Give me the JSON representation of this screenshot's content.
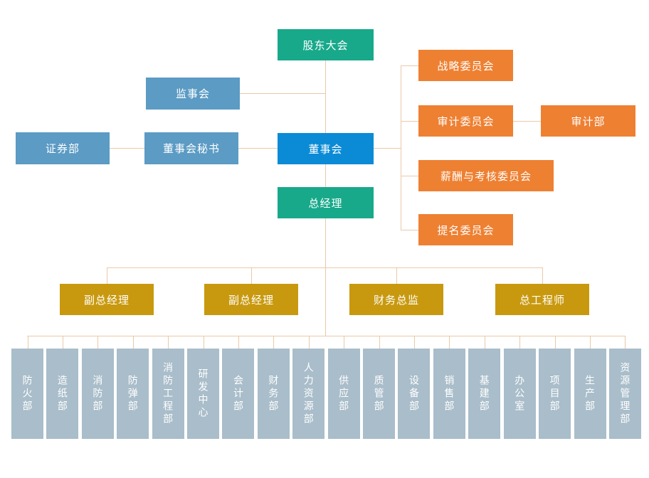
{
  "colors": {
    "teal": "#18a98b",
    "steel_blue": "#5b9bc4",
    "bright_blue": "#0b8bd6",
    "orange": "#ee8032",
    "gold": "#c8990f",
    "gray_blue": "#a9bdca",
    "connector": "#eac9a8",
    "node_text": "#ffffff",
    "background": "#ffffff"
  },
  "nodes": {
    "shareholders_meeting": "股东大会",
    "supervisory_board": "监事会",
    "securities_dept": "证券部",
    "board_secretary": "董事会秘书",
    "board_of_directors": "董事会",
    "general_manager": "总经理",
    "strategy_committee": "战略委员会",
    "audit_committee": "审计委员会",
    "audit_dept": "审计部",
    "compensation_committee": "薪酬与考核委员会",
    "nomination_committee": "提名委员会",
    "deputy_gm_1": "副总经理",
    "deputy_gm_2": "副总经理",
    "finance_director": "财务总监",
    "chief_engineer": "总工程师"
  },
  "departments": [
    "防火部",
    "造纸部",
    "消防部",
    "防弹部",
    "消防工程部",
    "研发中心",
    "会计部",
    "财务部",
    "人力资源部",
    "供应部",
    "质管部",
    "设备部",
    "销售部",
    "基建部",
    "办公室",
    "项目部",
    "生产部",
    "资源管理部"
  ]
}
